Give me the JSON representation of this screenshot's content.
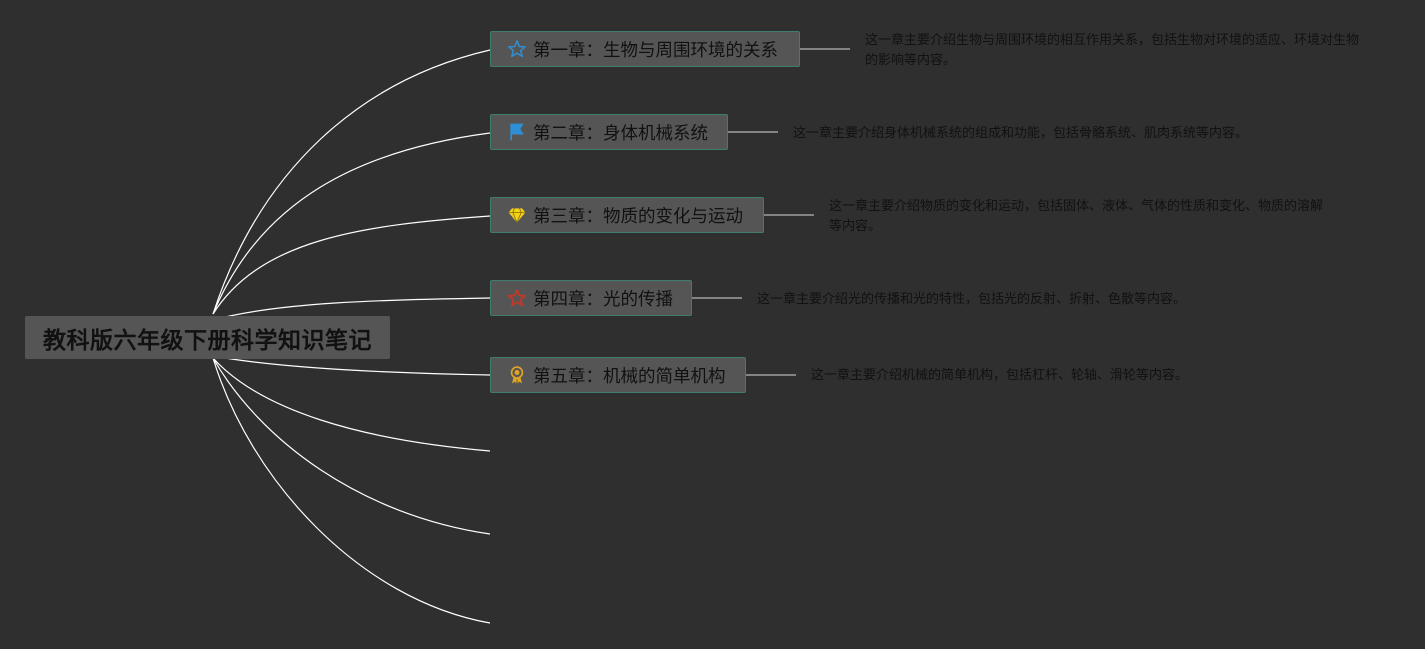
{
  "root": {
    "title": "教科版六年级下册科学知识笔记"
  },
  "chapters": [
    {
      "label": "第一章：生物与周围环境的关系",
      "icon": "star-outline-icon",
      "icon_color": "#2f8fd6",
      "description": "这一章主要介绍生物与周围环境的相互作用关系，包括生物对环境的适应、环境对生物的影响等内容。"
    },
    {
      "label": "第二章：身体机械系统",
      "icon": "flag-icon",
      "icon_color": "#2f8fd6",
      "description": "这一章主要介绍身体机械系统的组成和功能，包括骨骼系统、肌肉系统等内容。"
    },
    {
      "label": "第三章：物质的变化与运动",
      "icon": "diamond-icon",
      "icon_color": "#f2d21b",
      "description": "这一章主要介绍物质的变化和运动，包括固体、液体、气体的性质和变化、物质的溶解等内容。"
    },
    {
      "label": "第四章：光的传播",
      "icon": "star-outline-icon",
      "icon_color": "#c0392b",
      "description": "这一章主要介绍光的传播和光的特性，包括光的反射、折射、色散等内容。"
    },
    {
      "label": "第五章：机械的简单机构",
      "icon": "award-ribbon-icon",
      "icon_color": "#e0a526",
      "description": "这一章主要介绍机械的简单机构，包括杠杆、轮轴、滑轮等内容。"
    }
  ],
  "colors": {
    "background": "#2f2f2f",
    "node_fill": "#555555",
    "node_border": "#3f7d71",
    "text": "#111111",
    "connector": "#ffffff"
  }
}
